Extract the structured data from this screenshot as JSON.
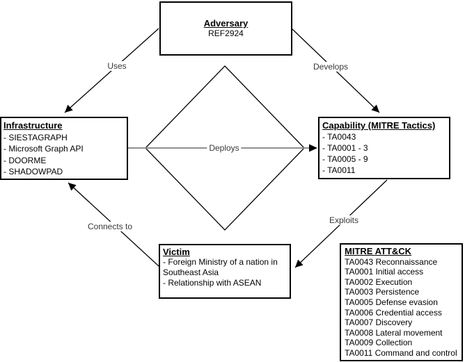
{
  "colors": {
    "background": "#ffffff",
    "box_border": "#000000",
    "arrow_line": "#000000",
    "deploys_line": "#8f8f8f",
    "label_text": "#383838"
  },
  "nodes": {
    "adversary": {
      "title": "Adversary",
      "subtitle": "REF2924"
    },
    "infrastructure": {
      "title": "Infrastructure",
      "items": [
        "- SIESTAGRAPH",
        "- Microsoft Graph API",
        "- DOORME",
        "- SHADOWPAD"
      ]
    },
    "capability": {
      "title": "Capability (MITRE Tactics)",
      "items": [
        "- TA0043",
        "- TA0001 - 3",
        "- TA0005 - 9",
        "- TA0011"
      ]
    },
    "victim": {
      "title": "Victim",
      "items": [
        "- Foreign Ministry of a nation in Southeast Asia",
        "- Relationship with ASEAN"
      ]
    },
    "mitre": {
      "title": "MITRE ATT&CK",
      "items": [
        "TA0043 Reconnaissance",
        "TA0001 Initial access",
        "TA0002 Execution",
        "TA0003 Persistence",
        "TA0005 Defense evasion",
        "TA0006 Credential access",
        "TA0007 Discovery",
        "TA0008 Lateral movement",
        "TA0009 Collection",
        "TA0011 Command and control"
      ]
    }
  },
  "edges": {
    "uses": "Uses",
    "develops": "Develops",
    "deploys": "Deploys",
    "connects_to": "Connects to",
    "exploits": "Exploits"
  }
}
